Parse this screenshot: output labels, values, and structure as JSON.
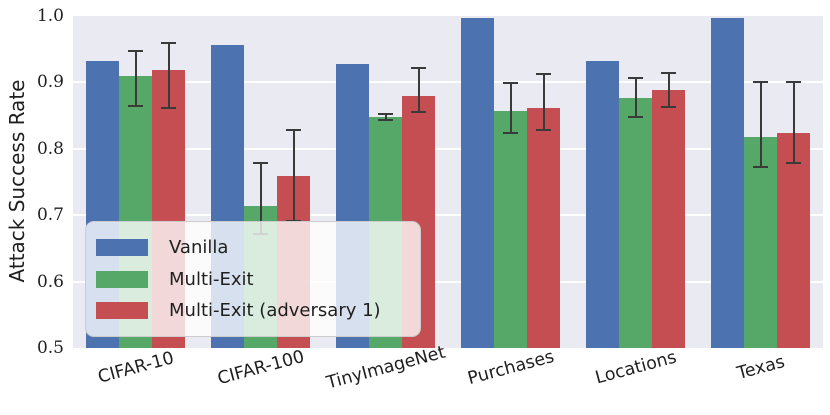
{
  "figure": {
    "plot_bg": "#eaeaf2",
    "grid_color": "#ffffff",
    "errorbar_color": "#3a3a3a",
    "text_color": "#1f1f1f"
  },
  "chart_data": {
    "type": "bar",
    "title": "",
    "xlabel": "",
    "ylabel": "Attack Success Rate",
    "ylim": [
      0.5,
      1.0
    ],
    "yticks": [
      1.0,
      0.9,
      0.8,
      0.7,
      0.6,
      0.5
    ],
    "grid": true,
    "legend_position": "lower left",
    "categories": [
      "CIFAR-10",
      "CIFAR-100",
      "TinyImageNet",
      "Purchases",
      "Locations",
      "Texas"
    ],
    "series": [
      {
        "name": "Vanilla",
        "color": "#4c72b0",
        "values": [
          0.932,
          0.957,
          0.927,
          0.997,
          0.933,
          0.997
        ],
        "errors": [
          null,
          null,
          null,
          null,
          null,
          null
        ]
      },
      {
        "name": "Multi-Exit",
        "color": "#55a868",
        "values": [
          0.91,
          0.714,
          0.848,
          0.857,
          0.876,
          0.818
        ],
        "errors": [
          [
            0.864,
            0.947
          ],
          [
            0.671,
            0.779
          ],
          [
            0.843,
            0.853
          ],
          [
            0.824,
            0.899
          ],
          [
            0.848,
            0.906
          ],
          [
            0.773,
            0.9
          ]
        ]
      },
      {
        "name": "Multi-Exit (adversary 1)",
        "color": "#c44e52",
        "values": [
          0.919,
          0.759,
          0.88,
          0.862,
          0.889,
          0.824
        ],
        "errors": [
          [
            0.862,
            0.96
          ],
          [
            0.691,
            0.828
          ],
          [
            0.855,
            0.921
          ],
          [
            0.828,
            0.912
          ],
          [
            0.863,
            0.914
          ],
          [
            0.779,
            0.901
          ]
        ]
      }
    ]
  }
}
